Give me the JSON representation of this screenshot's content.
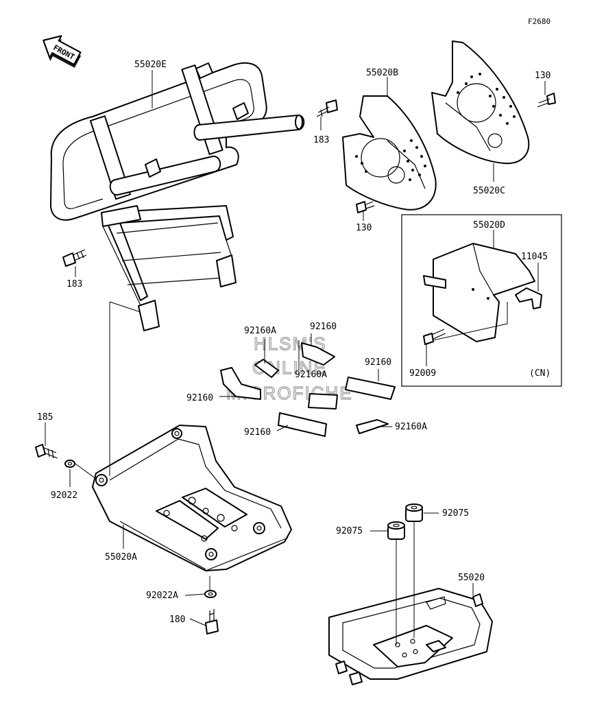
{
  "figure_code": "F2680",
  "front_arrow": "FRONT",
  "watermark": [
    "HLSM'S",
    "ONLINE",
    "MICROFICHE"
  ],
  "labels": {
    "p55020E": "55020E",
    "p55020B": "55020B",
    "p130_top": "130",
    "p183_top": "183",
    "p130_mid": "130",
    "p55020C": "55020C",
    "p183_left": "183",
    "p55020D": "55020D",
    "p11045": "11045",
    "p92009": "92009",
    "cn": "(CN)",
    "p92160A_1": "92160A",
    "p92160_1": "92160",
    "p92160A_2": "92160A",
    "p92160_2": "92160",
    "p92160_3": "92160",
    "p92160_4": "92160",
    "p92160A_3": "92160A",
    "p185": "185",
    "p92022": "92022",
    "p55020A": "55020A",
    "p92022A": "92022A",
    "p180": "180",
    "p92075_right": "92075",
    "p92075_left": "92075",
    "p55020": "55020"
  }
}
